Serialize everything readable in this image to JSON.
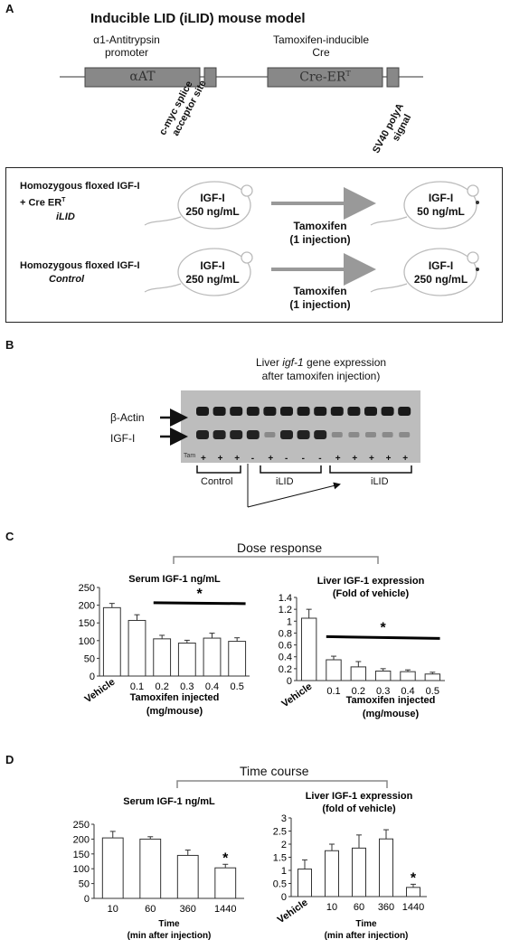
{
  "panel_a": {
    "letter": "A",
    "title": "Inducible LID (iLID) mouse model",
    "promoter_label_1": "α1-Antitrypsin",
    "promoter_label_2": "promoter",
    "cre_label_1": "Tamoxifen-inducible",
    "cre_label_2": "Cre",
    "box1": "αAT",
    "box2": "Cre-ER",
    "box2_sup": "T",
    "splice_1": "c-myc splice",
    "splice_2": "acceptor site",
    "polya_1": "SV40 polyA",
    "polya_2": "signal",
    "row1_label_1": "Homozygous floxed IGF-I",
    "row1_label_2": "+ Cre ER",
    "row1_label_2_sup": "T",
    "row1_label_3": "iLID",
    "row1_before_1": "IGF-I",
    "row1_before_2": "250 ng/mL",
    "row1_drug_1": "Tamoxifen",
    "row1_drug_2": "(1 injection)",
    "row1_after_1": "IGF-I",
    "row1_after_2": "50 ng/mL",
    "row2_label_1": "Homozygous floxed IGF-I",
    "row2_label_2": "Control",
    "row2_before_1": "IGF-I",
    "row2_before_2": "250 ng/mL",
    "row2_drug_1": "Tamoxifen",
    "row2_drug_2": "(1 injection)",
    "row2_after_1": "IGF-I",
    "row2_after_2": "250 ng/mL"
  },
  "panel_b": {
    "letter": "B",
    "title_1": "Liver",
    "title_gene": "igf-1",
    "title_2": "gene expression",
    "title_3": "after tamoxifen injection)",
    "band_actin": "β-Actin",
    "band_igf": "IGF-I",
    "tam_label": "Tam",
    "tam_signs": [
      "+",
      "+",
      "+",
      "-",
      "+",
      "-",
      "-",
      "-",
      "+",
      "+",
      "+",
      "+",
      "+"
    ],
    "group_control": "Control",
    "group_ilid_1": "iLID",
    "group_ilid_2": "iLID"
  },
  "panel_c": {
    "letter": "C",
    "header": "Dose response"
  },
  "panel_d": {
    "letter": "D",
    "header": "Time course"
  },
  "chart_data": [
    {
      "id": "c_left",
      "type": "bar",
      "title": "Serum IGF-1 ng/mL",
      "categories": [
        "Vehicle",
        "0.1",
        "0.2",
        "0.3",
        "0.4",
        "0.5"
      ],
      "values": [
        193,
        157,
        105,
        93,
        107,
        98
      ],
      "errors": [
        12,
        16,
        10,
        8,
        14,
        10
      ],
      "ylim": [
        0,
        250
      ],
      "yticks": [
        "0",
        "50",
        "100",
        "150",
        "200",
        "250"
      ],
      "xlabel_1": "Tamoxifen injected",
      "xlabel_2": "(mg/mouse)",
      "annotation": "*"
    },
    {
      "id": "c_right",
      "type": "bar",
      "title_1": "Liver IGF-1 expression",
      "title_2": "(Fold of vehicle)",
      "categories": [
        "Vehicle",
        "0.1",
        "0.2",
        "0.3",
        "0.4",
        "0.5"
      ],
      "values": [
        1.05,
        0.35,
        0.23,
        0.16,
        0.15,
        0.11
      ],
      "errors": [
        0.15,
        0.06,
        0.09,
        0.04,
        0.03,
        0.03
      ],
      "ylim": [
        0,
        1.4
      ],
      "yticks": [
        "0",
        "0.2",
        "0.4",
        "0.6",
        "0.8",
        "1",
        "1.2",
        "1.4"
      ],
      "xlabel_1": "Tamoxifen injected",
      "xlabel_2": "(mg/mouse)",
      "annotation": "*"
    },
    {
      "id": "d_left",
      "type": "bar",
      "title": "Serum IGF-1 ng/mL",
      "categories": [
        "10",
        "60",
        "360",
        "1440"
      ],
      "values": [
        204,
        200,
        145,
        103
      ],
      "errors": [
        22,
        8,
        18,
        12
      ],
      "ylim": [
        0,
        250
      ],
      "yticks": [
        "0",
        "50",
        "100",
        "150",
        "200",
        "250"
      ],
      "xlabel_1": "Time",
      "xlabel_2": "(min after injection)",
      "annotation": "*"
    },
    {
      "id": "d_right",
      "type": "bar",
      "title_1": "Liver IGF-1 expression",
      "title_2": "(fold of vehicle)",
      "categories": [
        "Vehicle",
        "10",
        "60",
        "360",
        "1440"
      ],
      "values": [
        1.05,
        1.75,
        1.85,
        2.2,
        0.35
      ],
      "errors": [
        0.35,
        0.25,
        0.5,
        0.35,
        0.12
      ],
      "ylim": [
        0,
        3
      ],
      "yticks": [
        "0",
        "0.5",
        "1",
        "1.5",
        "2",
        "2.5",
        "3"
      ],
      "xlabel_1": "Time",
      "xlabel_2": "(min after injection)",
      "annotation": "*"
    }
  ]
}
